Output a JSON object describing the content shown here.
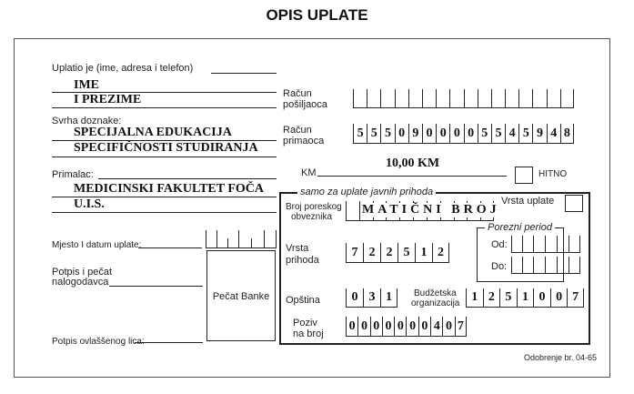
{
  "title": "OPIS UPLATE",
  "left": {
    "uplatio_label": "Uplatio je (ime, adresa i telefon)",
    "uplatio_lines": [
      "IME",
      "I PREZIME"
    ],
    "svrha_label": "Svrha doznake:",
    "svrha_lines": [
      "SPECIJALNA EDUKACIJA",
      "SPECIFIČNOSTI STUDIRANJA"
    ],
    "primalac_label": "Primalac:",
    "primalac_lines": [
      "MEDICINSKI FAKULTET FOČA",
      "U.I.S."
    ],
    "mjesto_label": "Mjesto I datum uplate:",
    "potpis_nalogodavca_label": "Potpis i pečat nalogodavca",
    "potpis_ovlastenog_label": "Potpis ovlaššenog lica:",
    "pecat_banke_label": "Pečat Banke"
  },
  "right": {
    "racun_posiljaoca_label": [
      "Račun",
      "pošiljaoca"
    ],
    "racun_posiljaoca_digits": [
      "",
      "",
      "",
      "",
      "",
      "",
      "",
      "",
      "",
      "",
      "",
      "",
      "",
      "",
      "",
      ""
    ],
    "racun_primaoca_label": [
      "Račun",
      "primaoca"
    ],
    "racun_primaoca_digits": [
      "5",
      "5",
      "5",
      "0",
      "9",
      "0",
      "0",
      "0",
      "0",
      "5",
      "5",
      "4",
      "5",
      "9",
      "4",
      "8"
    ],
    "km_label": "KM",
    "km_value": "10,00 KM",
    "hitno_label": "HITNO",
    "javni_prihodi_label": "samo za uplate javnih prihoda",
    "broj_poreskog_label": [
      "Broj poreskog",
      "obveznika"
    ],
    "broj_poreskog_value": "MATIČNI BROJ",
    "vrsta_uplate_label": "Vrsta uplate",
    "porezni_period_label": "Porezni period",
    "od_label": "Od:",
    "do_label": "Do:",
    "vrsta_prihoda_label": [
      "Vrsta",
      "prihoda"
    ],
    "vrsta_prihoda_digits": [
      "7",
      "2",
      "2",
      "5",
      "1",
      "2"
    ],
    "opstina_label": "Opština",
    "opstina_digits": [
      "0",
      "3",
      "1"
    ],
    "budzetska_label": [
      "Budžetska",
      "organizacija"
    ],
    "budzetska_digits": [
      "1",
      "2",
      "5",
      "1",
      "0",
      "0",
      "7"
    ],
    "poziv_label": [
      "Poziv",
      "na broj"
    ],
    "poziv_digits": [
      "0",
      "0",
      "0",
      "0",
      "0",
      "0",
      "0",
      "4",
      "0",
      "7"
    ],
    "odobrenje": "Odobrenje br. 04-65"
  }
}
